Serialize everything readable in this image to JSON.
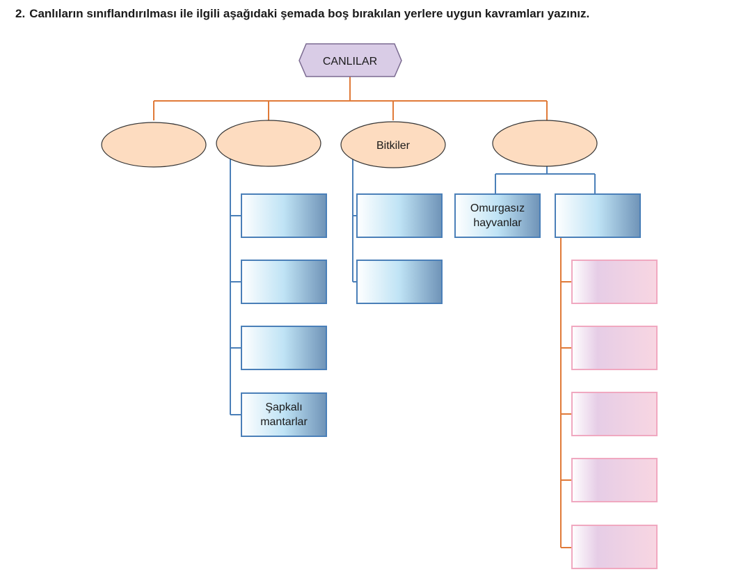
{
  "question": {
    "number": "2.",
    "text": "Canlıların sınıflandırılması ile ilgili aşağıdaki şemada boş bırakılan yerlere uygun kavramları yazınız."
  },
  "diagram": {
    "root": {
      "label": "CANLILAR"
    },
    "kingdoms": [
      {
        "id": "k1",
        "label": ""
      },
      {
        "id": "k2",
        "label": ""
      },
      {
        "id": "k3",
        "label": "Bitkiler"
      },
      {
        "id": "k4",
        "label": ""
      }
    ],
    "k2_children": [
      {
        "lines": [
          "",
          ""
        ]
      },
      {
        "lines": [
          "",
          ""
        ]
      },
      {
        "lines": [
          "",
          ""
        ]
      },
      {
        "lines": [
          "Şapkalı",
          "mantarlar"
        ]
      }
    ],
    "k3_children": [
      {
        "lines": [
          "",
          ""
        ]
      },
      {
        "lines": [
          "",
          ""
        ]
      }
    ],
    "k4_children": [
      {
        "lines": [
          "Omurgasız",
          "hayvanlar"
        ]
      },
      {
        "lines": [
          "",
          ""
        ]
      }
    ],
    "vertebrate_children": [
      {
        "lines": [
          "",
          ""
        ]
      },
      {
        "lines": [
          "",
          ""
        ]
      },
      {
        "lines": [
          "",
          ""
        ]
      },
      {
        "lines": [
          "",
          ""
        ]
      },
      {
        "lines": [
          "",
          ""
        ]
      }
    ]
  },
  "colors": {
    "orange_line": "#e07a38",
    "blue_line": "#4a7fb8",
    "ellipse_fill": "#fddcc0",
    "hexagon_fill": "#d9cce6",
    "pink_stroke": "#f0a8c0"
  }
}
